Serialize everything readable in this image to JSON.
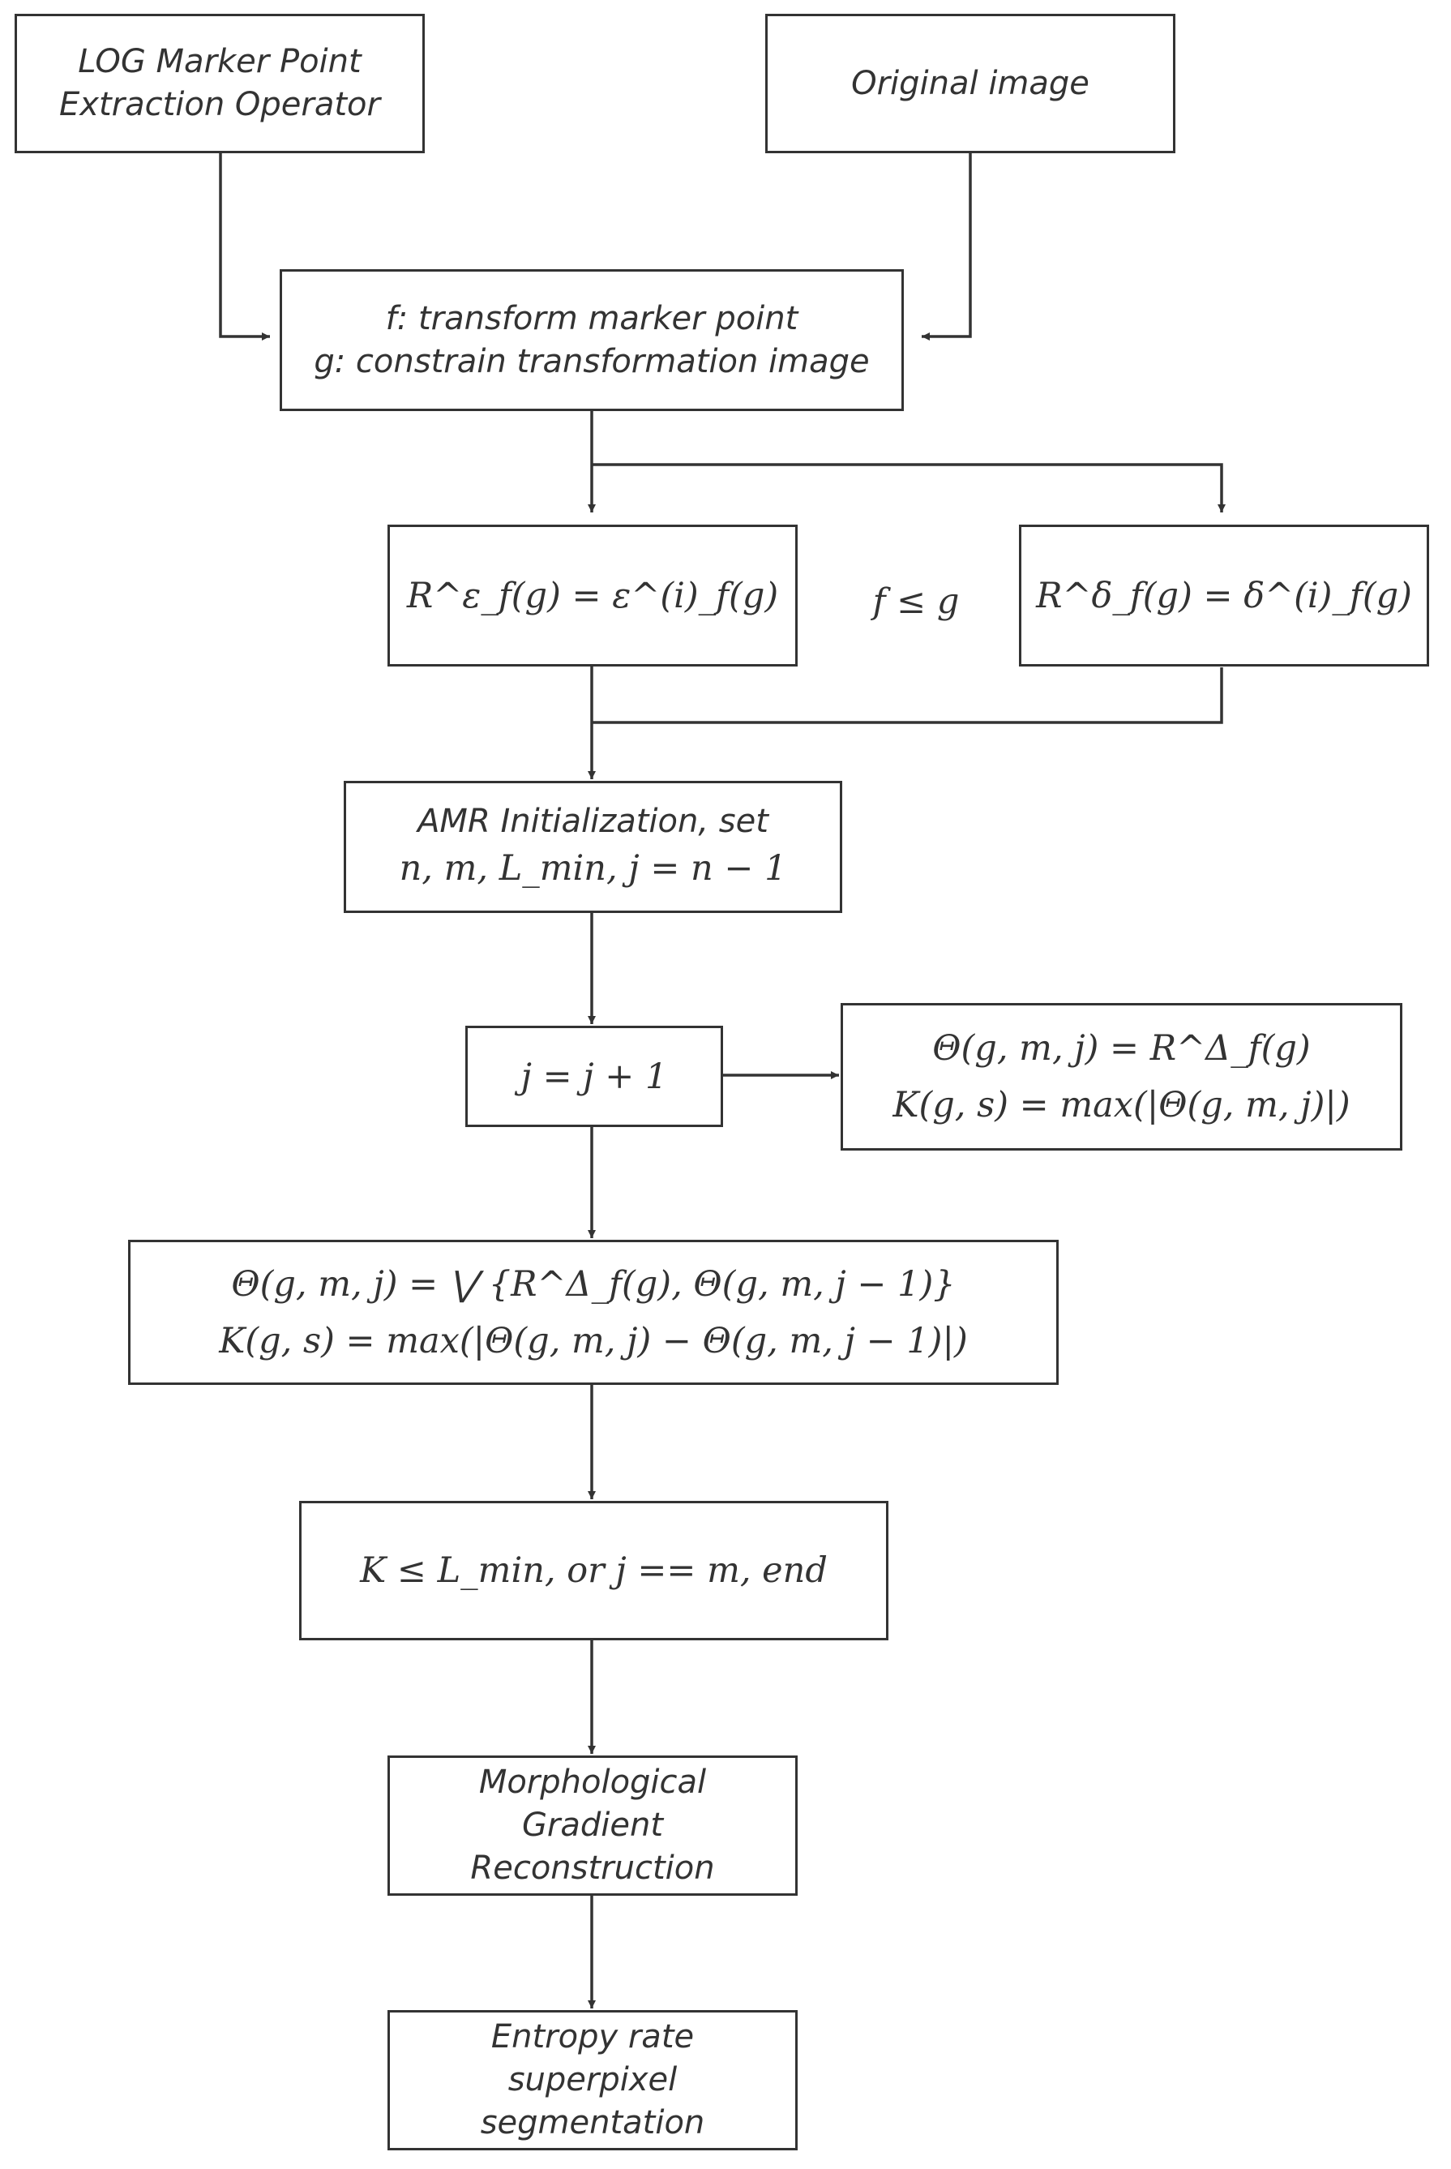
{
  "nodes": {
    "log_operator": {
      "lines": [
        "LOG Marker Point",
        "Extraction Operator"
      ]
    },
    "original_image": {
      "lines": [
        "Original image"
      ]
    },
    "transform_box": {
      "lines": [
        "f: transform marker point",
        "g: constrain transformation image"
      ]
    },
    "erosion_recon": {
      "lines": [
        "R^ε_f(g) = ε^(i)_f(g)"
      ]
    },
    "condition": {
      "text": "f ≤ g"
    },
    "dilation_recon": {
      "lines": [
        "R^δ_f(g) = δ^(i)_f(g)"
      ]
    },
    "amr_init": {
      "lines": [
        "AMR Initialization, set",
        "n, m, L_min, j = n − 1"
      ]
    },
    "increment": {
      "lines": [
        "j = j + 1"
      ]
    },
    "theta_init": {
      "lines": [
        "Θ(g, m, j) = R^Δ_f(g)",
        "K(g, s) = max(|Θ(g, m, j)|)"
      ]
    },
    "theta_update": {
      "lines": [
        "Θ(g, m, j) = ⋁ {R^Δ_f(g), Θ(g, m, j − 1)}",
        "K(g, s) = max(|Θ(g, m, j) − Θ(g, m, j − 1)|)"
      ]
    },
    "stop_condition": {
      "lines": [
        "K ≤ L_min, or j == m, end"
      ]
    },
    "morph_gradient": {
      "lines": [
        "Morphological",
        "Gradient",
        "Reconstruction"
      ]
    },
    "entropy_seg": {
      "lines": [
        "Entropy rate",
        "superpixel",
        "segmentation"
      ]
    }
  },
  "colors": {
    "stroke": "#333333",
    "text": "#333333",
    "background": "#ffffff"
  }
}
